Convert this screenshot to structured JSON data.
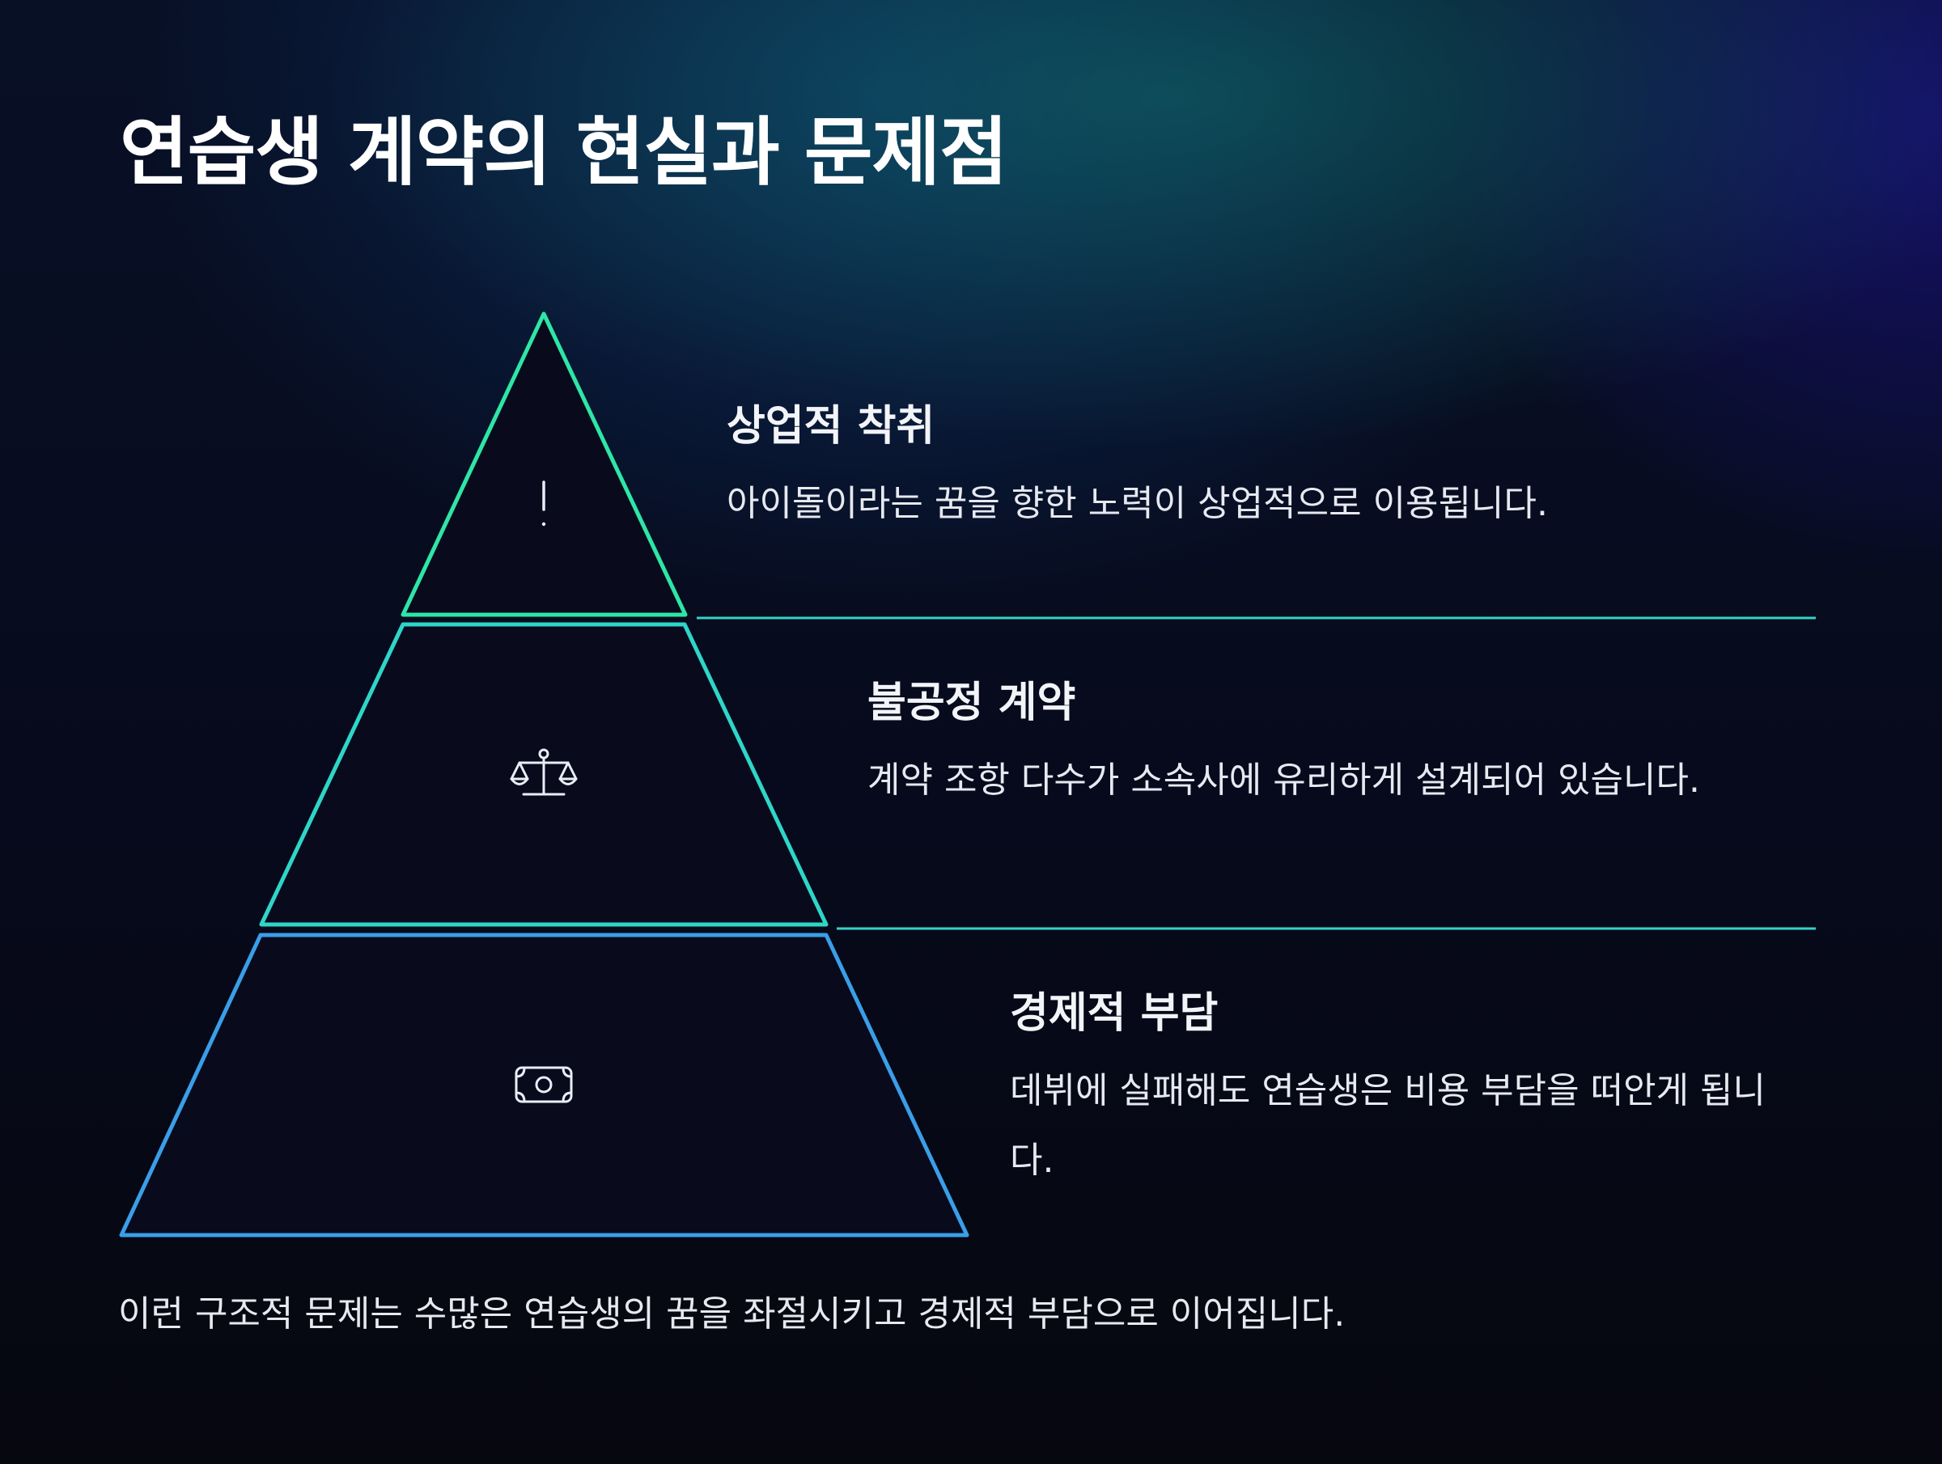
{
  "title": "연습생 계약의 현실과 문제점",
  "colors": {
    "level1_stroke": "#2ee6a6",
    "level2_stroke": "#2ed6c8",
    "level3_stroke": "#3a9ee8",
    "divider": "#34d3c9",
    "fill": "#090b1d"
  },
  "levels": [
    {
      "icon": "exclamation-icon",
      "title": "상업적 착취",
      "description": "아이돌이라는 꿈을 향한 노력이 상업적으로 이용됩니다."
    },
    {
      "icon": "scale-icon",
      "title": "불공정 계약",
      "description": "계약 조항 다수가 소속사에 유리하게 설계되어 있습니다."
    },
    {
      "icon": "money-icon",
      "title": "경제적 부담",
      "description": "데뷔에 실패해도 연습생은 비용 부담을 떠안게 됩니다."
    }
  ],
  "footer": "이런 구조적 문제는 수많은 연습생의 꿈을 좌절시키고 경제적 부담으로 이어집니다."
}
